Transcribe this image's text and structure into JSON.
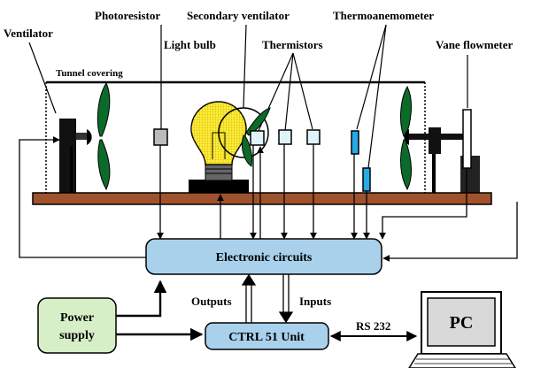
{
  "labels": {
    "ventilator": "Ventilator",
    "photoresistor": "Photoresistor",
    "secondary_ventilator": "Secondary ventilator",
    "thermoanemometer": "Thermoanemometer",
    "light_bulb": "Light bulb",
    "thermistors": "Thermistors",
    "vane_flowmeter": "Vane flowmeter",
    "tunnel_covering": "Tunnel covering"
  },
  "blocks": {
    "electronic_circuits": "Electronic circuits",
    "power_supply_line1": "Power",
    "power_supply_line2": "supply",
    "ctrl_unit": "CTRL 51 Unit",
    "pc": "PC"
  },
  "connections": {
    "outputs": "Outputs",
    "inputs": "Inputs",
    "rs232": "RS 232"
  },
  "colors": {
    "block_fill": "#a9d1ec",
    "power_fill": "#d6efc6",
    "base_fill": "#a0522d",
    "propeller": "#0b6b2a",
    "bulb": "#ffef3a",
    "thermistor_fill": "#dff4fa",
    "anemometer_fill": "#29a9e6"
  }
}
